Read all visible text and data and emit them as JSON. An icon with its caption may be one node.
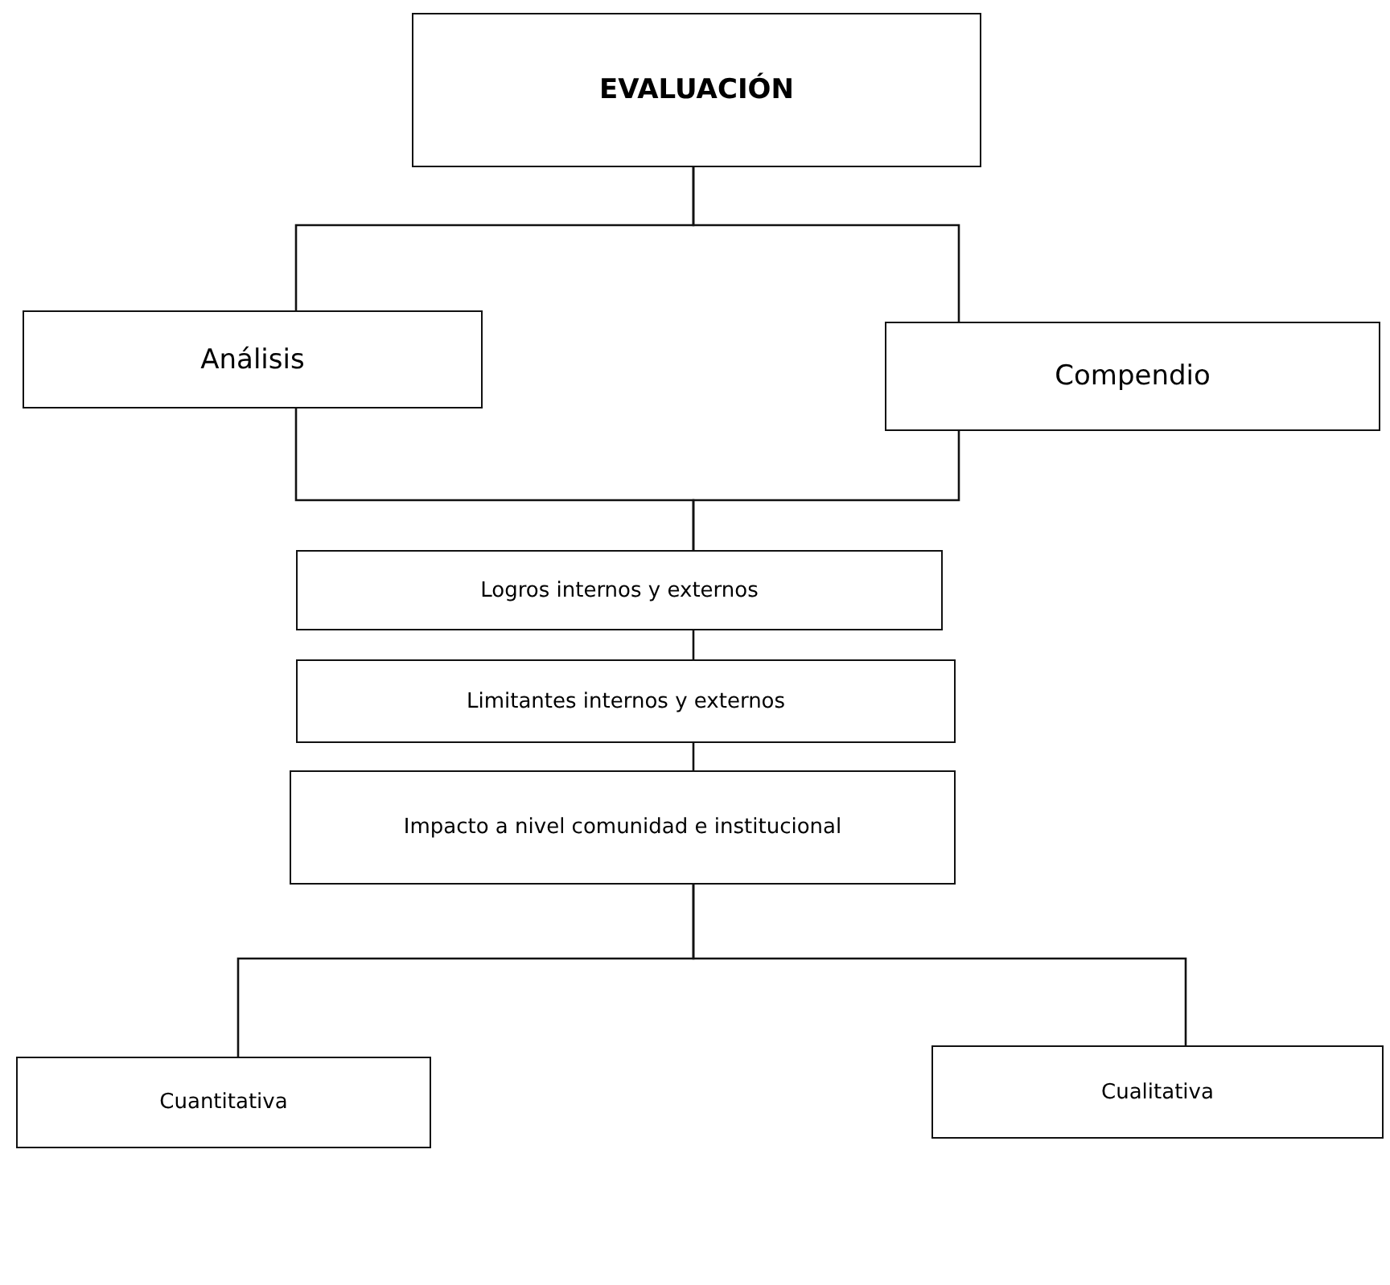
{
  "diagram": {
    "nodes": [
      {
        "text": [
          "EVALUACIÓN"
        ]
      },
      {
        "text": [
          "Análisis"
        ]
      },
      {
        "text": [
          "Compendio"
        ]
      },
      {
        "text": [
          "Logros internos y externos"
        ]
      },
      {
        "text": [
          "Limitantes internos y externos"
        ]
      },
      {
        "text": [
          "Impacto a nivel comunidad e institucional"
        ]
      },
      {
        "text": [
          "Cuantitativa"
        ]
      },
      {
        "text": [
          "Cualitativa"
        ]
      }
    ],
    "edges": [
      {
        "from": 0,
        "to": 1,
        "arrow": "none"
      },
      {
        "from": 0,
        "to": 2,
        "arrow": "none"
      },
      {
        "from": 1,
        "to": 3,
        "arrow": "none"
      },
      {
        "from": 2,
        "to": 3,
        "arrow": "none"
      },
      {
        "from": 3,
        "to": 4,
        "arrow": "none"
      },
      {
        "from": 4,
        "to": 5,
        "arrow": "none"
      },
      {
        "from": 5,
        "to": 6,
        "arrow": "none"
      },
      {
        "from": 5,
        "to": 7,
        "arrow": "none"
      }
    ]
  }
}
